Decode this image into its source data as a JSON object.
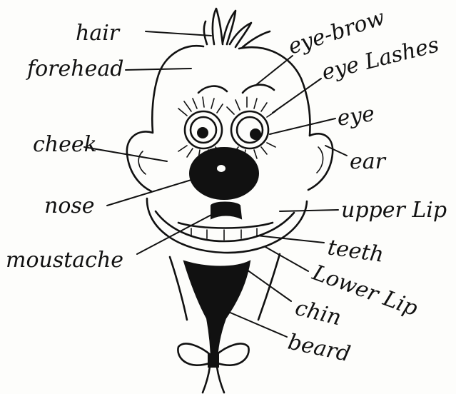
{
  "labels": {
    "hair": "hair",
    "forehead": "forehead",
    "eye_brow": "eye-brow",
    "eye_lashes": "eye Lashes",
    "eye": "eye",
    "cheek": "cheek",
    "ear": "ear",
    "nose": "nose",
    "upper_lip": "upper Lip",
    "moustache": "moustache",
    "teeth": "teeth",
    "lower_lip": "Lower Lip",
    "chin": "chin",
    "beard": "beard"
  }
}
